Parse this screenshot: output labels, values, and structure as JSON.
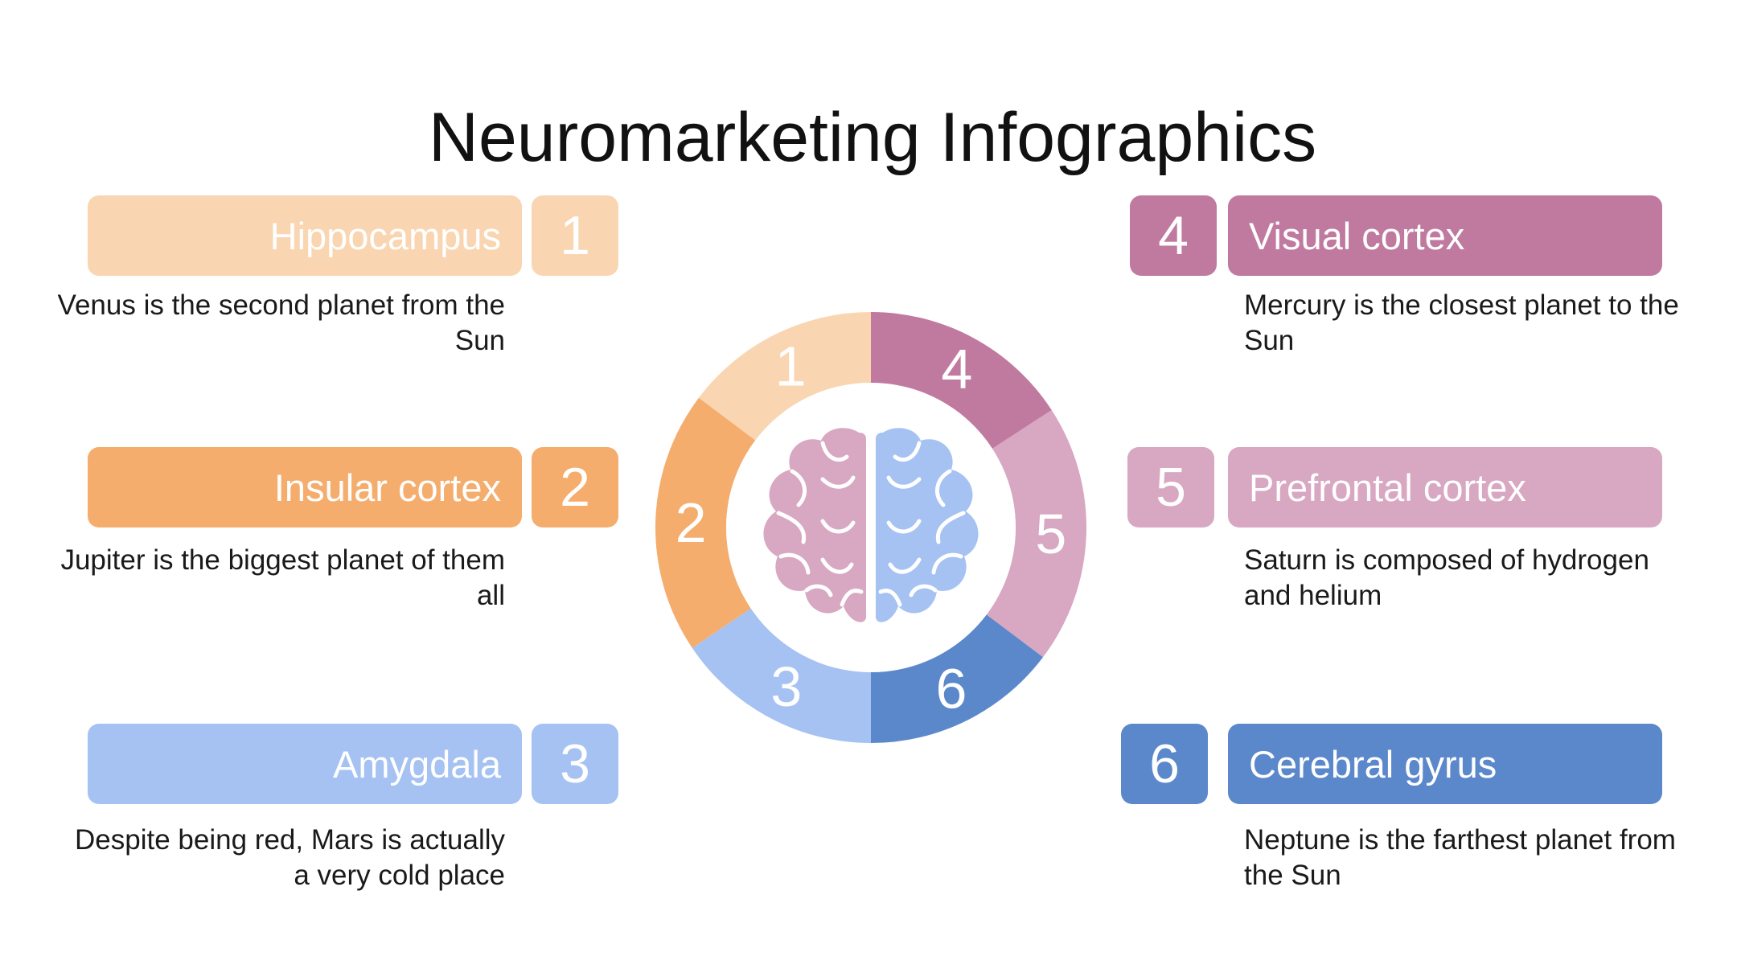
{
  "title": "Neuromarketing Infographics",
  "colors": {
    "peach": "#F9D6B1",
    "orange": "#F5AD6E",
    "light_blue": "#A5C2F2",
    "mauve": "#C07A9F",
    "pink": "#D8A7C2",
    "blue": "#5B88CB",
    "brain_left": "#D8A7C2",
    "brain_right": "#A5C2F2"
  },
  "items": [
    {
      "number": "1",
      "label": "Hippocampus",
      "text": "Venus is the second planet from the Sun",
      "color": "#F9D6B1"
    },
    {
      "number": "2",
      "label": "Insular cortex",
      "text": "Jupiter is the biggest planet of them all",
      "color": "#F5AD6E"
    },
    {
      "number": "3",
      "label": "Amygdala",
      "text": "Despite being red, Mars is actually a very cold place",
      "color": "#A5C2F2"
    },
    {
      "number": "4",
      "label": "Visual cortex",
      "text": "Mercury is the closest planet to the Sun",
      "color": "#C07A9F"
    },
    {
      "number": "5",
      "label": "Prefrontal cortex",
      "text": "Saturn is composed of hydrogen and helium",
      "color": "#D8A7C2"
    },
    {
      "number": "6",
      "label": "Cerebral gyrus",
      "text": "Neptune is the farthest planet from the Sun",
      "color": "#5B88CB"
    }
  ],
  "ring_icons": [
    "brain-icon"
  ]
}
